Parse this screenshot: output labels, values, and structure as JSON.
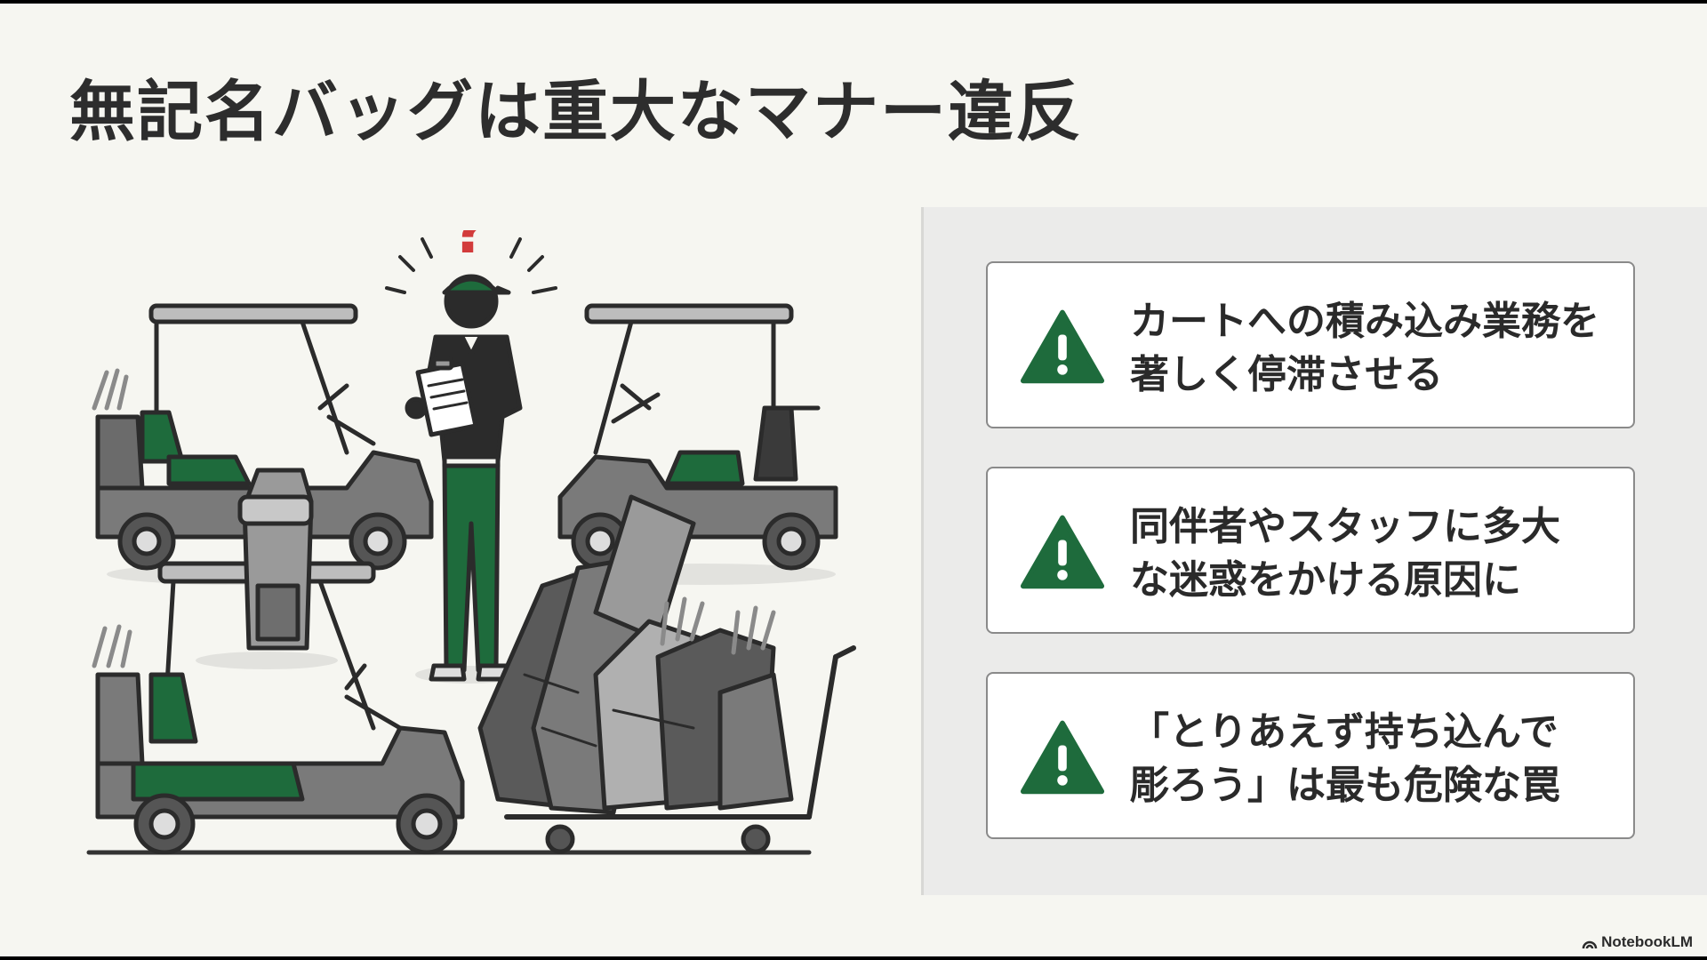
{
  "slide": {
    "title": "無記名バッグは重大なマナー違反",
    "cards": [
      {
        "icon": "warning-icon",
        "lines": [
          "カートへの積み込み業務を",
          "著しく停滞させる"
        ]
      },
      {
        "icon": "warning-icon",
        "lines": [
          "同伴者やスタッフに多大",
          "な迷惑をかける原因に"
        ]
      },
      {
        "icon": "warning-icon",
        "lines": [
          "「とりあえず持ち込んで",
          "彫ろう」は最も危険な罠"
        ]
      }
    ],
    "illustration": {
      "question_mark": "?"
    },
    "brand": "NotebookLM"
  },
  "colors": {
    "background": "#f6f6f1",
    "panel": "#ebebea",
    "accent_green": "#1e6b3c",
    "question_red": "#d23b3b",
    "title_text": "#2d2d2d"
  }
}
